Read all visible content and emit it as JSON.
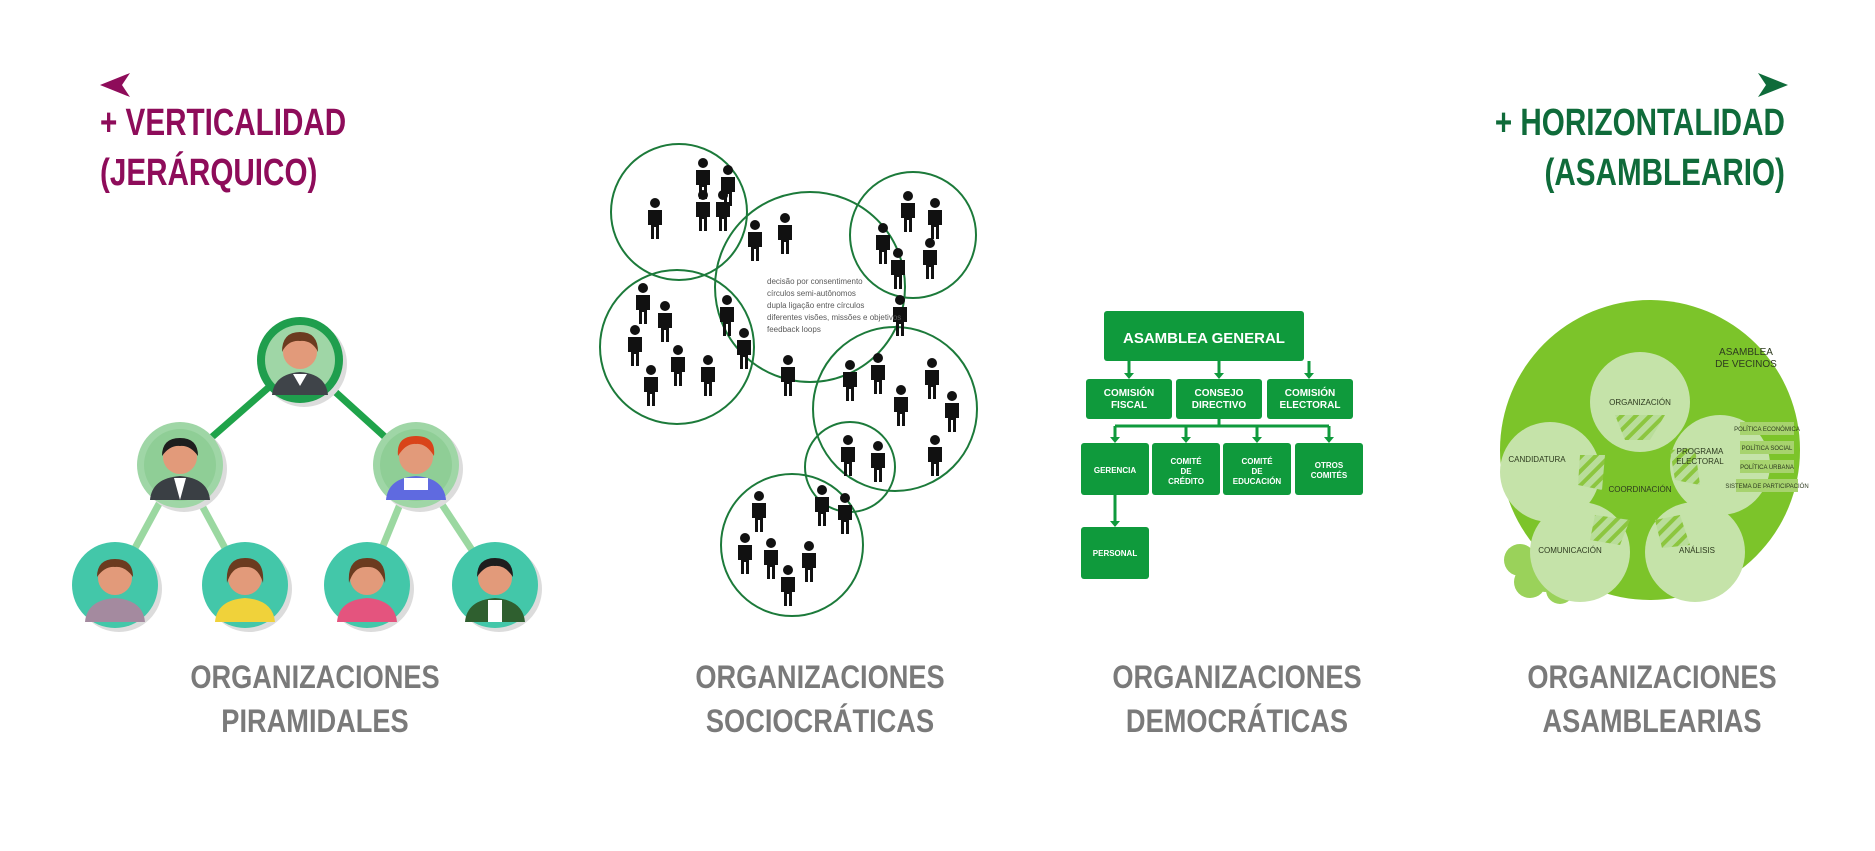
{
  "axis": {
    "left_line1": "+ VERTICALIDAD",
    "left_line2": "(JERÁRQUICO)",
    "right_line1": "+ HORIZONTALIDAD",
    "right_line2": "(ASAMBLEARIO)",
    "left_color": "#8e0c5a",
    "right_color": "#0f6b3a"
  },
  "captions": [
    {
      "line1": "ORGANIZACIONES",
      "line2": "PIRAMIDALES"
    },
    {
      "line1": "ORGANIZACIONES",
      "line2": "SOCIOCRÁTICAS"
    },
    {
      "line1": "ORGANIZACIONES",
      "line2": "DEMOCRÁTICAS"
    },
    {
      "line1": "ORGANIZACIONES",
      "line2": "ASAMBLEARIAS"
    }
  ],
  "sociocratic": {
    "notes": [
      "decisão por consentimento",
      "círculos semi-autônomos",
      "dupla ligação entre círculos",
      "diferentes visões, missões e objetivos",
      "feedback loops"
    ]
  },
  "democratic": {
    "top": "ASAMBLEA GENERAL",
    "level2": [
      {
        "l1": "COMISIÓN",
        "l2": "FISCAL"
      },
      {
        "l1": "CONSEJO",
        "l2": "DIRECTIVO"
      },
      {
        "l1": "COMISIÓN",
        "l2": "ELECTORAL"
      }
    ],
    "level3": [
      {
        "l1": "GERENCIA",
        "l2": "",
        "l3": ""
      },
      {
        "l1": "COMITÉ",
        "l2": "DE",
        "l3": "CRÉDITO"
      },
      {
        "l1": "COMITÉ",
        "l2": "DE",
        "l3": "EDUCACIÓN"
      },
      {
        "l1": "OTROS",
        "l2": "COMITÉS",
        "l3": ""
      }
    ],
    "level4": "PERSONAL"
  },
  "assembly": {
    "title1": "ASAMBLEA",
    "title2": "DE VECINOS",
    "center": "COORDINACIÓN",
    "organizacion": "ORGANIZACIÓN",
    "candidatura": "CANDIDATURA",
    "programa1": "PROGRAMA",
    "programa2": "ELECTORAL",
    "comunicacion": "COMUNICACIÓN",
    "analisis": "ANÁLISIS",
    "side_items": [
      "POLÍTICA ECONÓMICA",
      "POLÍTICA SOCIAL",
      "POLÍTICA URBANA",
      "SISTEMA DE PARTICIPACIÓN"
    ]
  }
}
